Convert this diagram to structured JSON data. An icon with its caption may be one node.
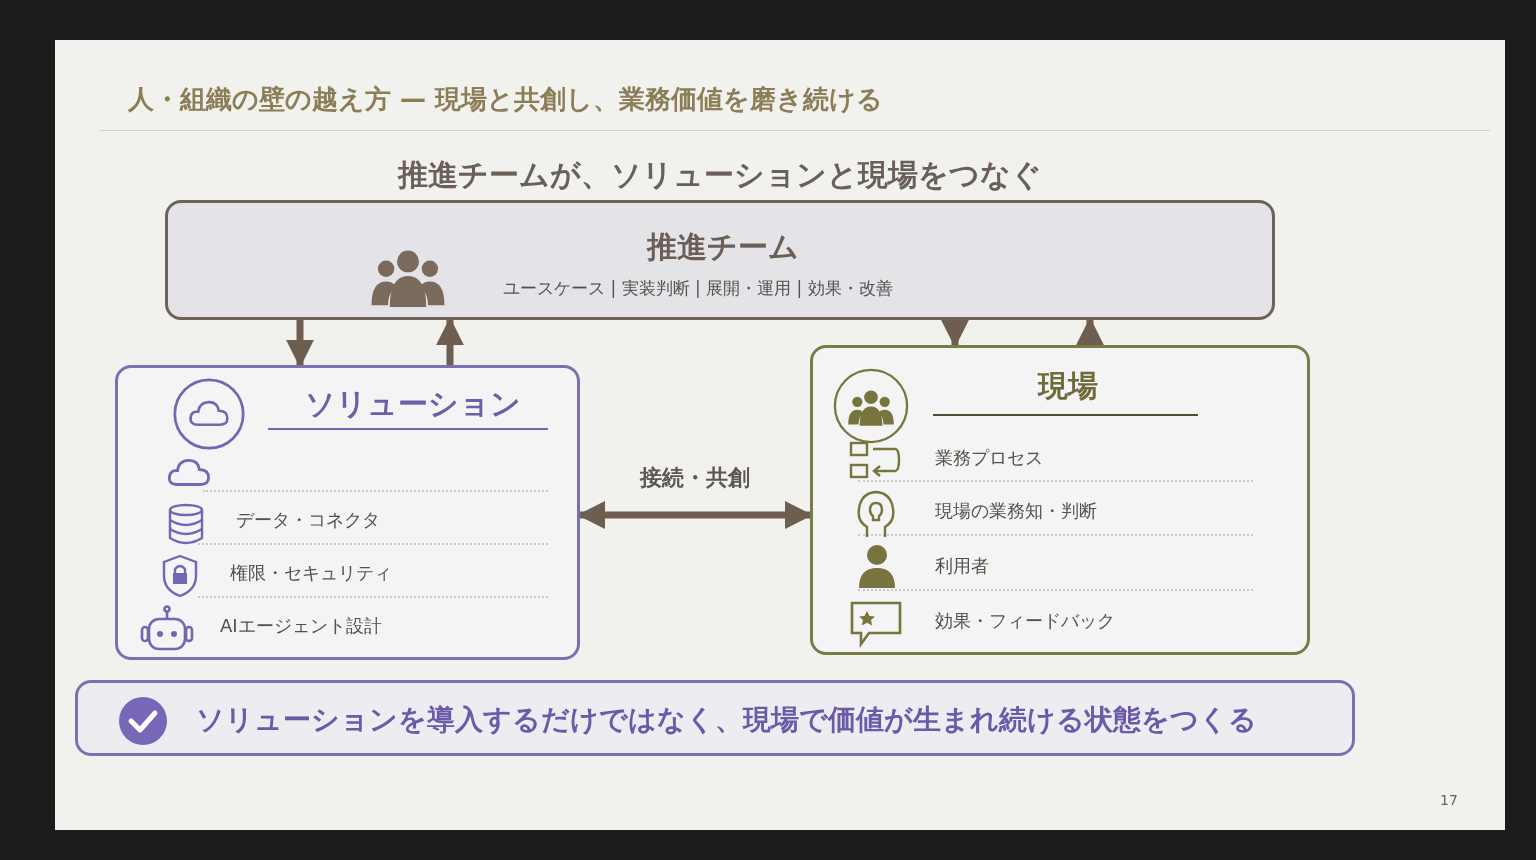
{
  "diagram": {
    "title": "人・組織の壁の越え方 — 現場と共創し、業務価値を磨き続ける",
    "nodes": [
      {
        "text": [
          "推進チーム",
          "ユースケース | 実装判断 | 展開・運用 | 効果・改善"
        ]
      },
      {
        "text": [
          "ソリューション",
          "データ・コネクタ",
          "権限・セキュリティ",
          "AIエージェント設計"
        ]
      },
      {
        "text": [
          "現場",
          "業務プロセス",
          "現場の業務知・判断",
          "利用者",
          "効果・フィードバック"
        ]
      },
      {
        "text": [
          "ソリューションを導入するだけではなく、現場で価値が生まれ続ける状態をつくる"
        ]
      }
    ],
    "edges": [
      {
        "from": 0,
        "to": 1,
        "arrow": "to"
      },
      {
        "from": 1,
        "to": 0,
        "arrow": "to"
      },
      {
        "from": 0,
        "to": 2,
        "arrow": "to"
      },
      {
        "from": 2,
        "to": 0,
        "arrow": "to"
      },
      {
        "from": 1,
        "to": 2,
        "arrow": "both",
        "label": "接続・共創"
      }
    ],
    "labels": [
      "推進チームが、ソリューションと現場をつなぐ",
      "17"
    ]
  }
}
